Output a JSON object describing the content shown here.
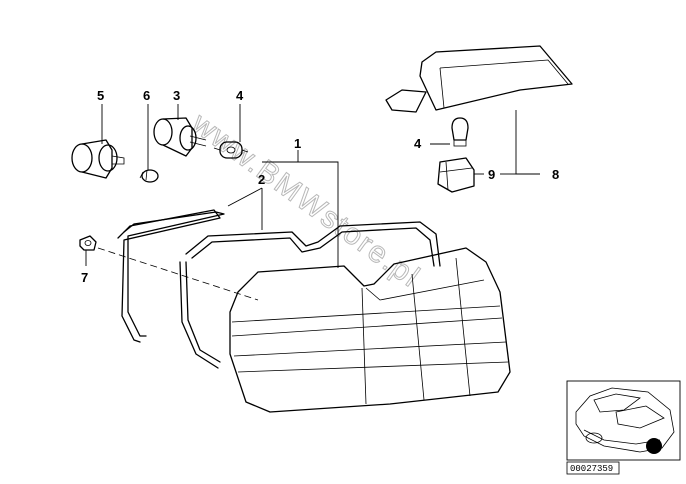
{
  "callouts": {
    "c1": "1",
    "c2": "2",
    "c3": "3",
    "c4a": "4",
    "c4b": "4",
    "c5": "5",
    "c6": "6",
    "c7": "7",
    "c8": "8",
    "c9": "9"
  },
  "watermark": "www.BMWstore.pl",
  "reference_id": "00027359",
  "colors": {
    "line": "#000000",
    "watermark": "#b8b8b8",
    "background": "#ffffff"
  }
}
